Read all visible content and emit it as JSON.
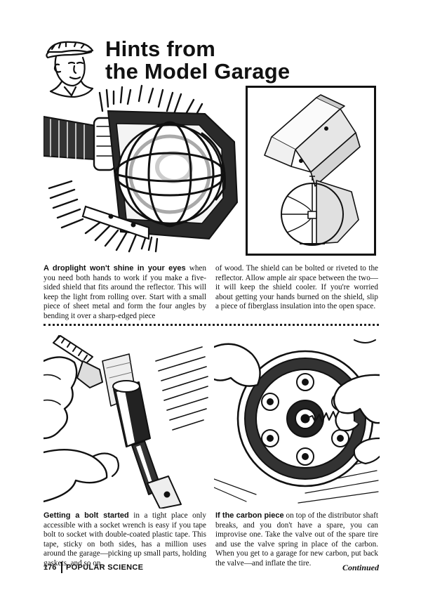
{
  "header": {
    "title_line1": "Hints from",
    "title_line2": "the Model Garage"
  },
  "articles": [
    {
      "lead": "A droplight won't shine in your eyes",
      "text_col1": " when you need both hands to work if you make a five-sided shield that fits around the reflector. This will keep the light from rolling over. Start with a small piece of sheet metal and form the four angles by bending it over a sharp-edged piece",
      "text_col2": "of wood. The shield can be bolted or riveted to the reflector. Allow ample air space between the two—it will keep the shield cooler. If you're worried about getting your hands burned on the shield, slip a piece of fiberglass insulation into the open space."
    },
    {
      "lead": "Getting a bolt started",
      "text": " in a tight place only accessible with a socket wrench is easy if you tape bolt to socket with double-coated plastic tape. This tape, sticky on both sides, has a million uses around the garage—picking up small parts, holding gaskets, and so on."
    },
    {
      "lead": "If the carbon piece",
      "text": " on top of the distributor shaft breaks, and you don't have a spare, you can improvise one. Take the valve out of the spare tire and use the valve spring in place of the carbon. When you get to a garage for new carbon, put back the valve—and inflate the tire."
    }
  ],
  "footer": {
    "page_number": "176",
    "magazine": "POPULAR SCIENCE",
    "continued": "Continued"
  },
  "icons": {
    "mascot": "mechanic-portrait-icon"
  }
}
